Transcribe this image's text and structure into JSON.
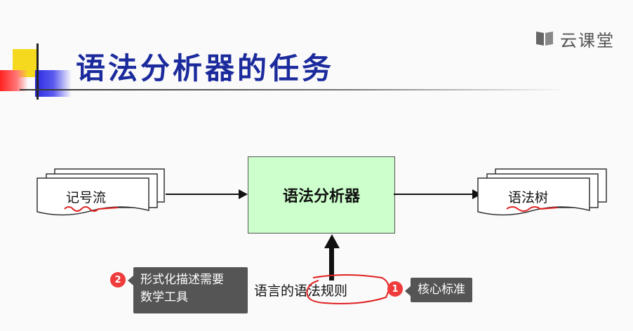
{
  "slide": {
    "title": "语法分析器的任务",
    "brand": {
      "name": "云课堂",
      "icon": "book-icon"
    },
    "diagram": {
      "input_label": "记号流",
      "analyzer_label": "语法分析器",
      "output_label": "语法树",
      "rule_prefix": "语言的",
      "rule_highlight": "语法规则"
    }
  },
  "annotations": [
    {
      "number": "1",
      "text": "核心标准"
    },
    {
      "number": "2",
      "text_line1": "形式化描述需要",
      "text_line2": "数学工具"
    }
  ],
  "colors": {
    "title": "#1b2a9c",
    "box_fill": "#ccffcc",
    "badge": "#ef3b3b",
    "tooltip": "#555555",
    "handwriting": "#e02020"
  }
}
